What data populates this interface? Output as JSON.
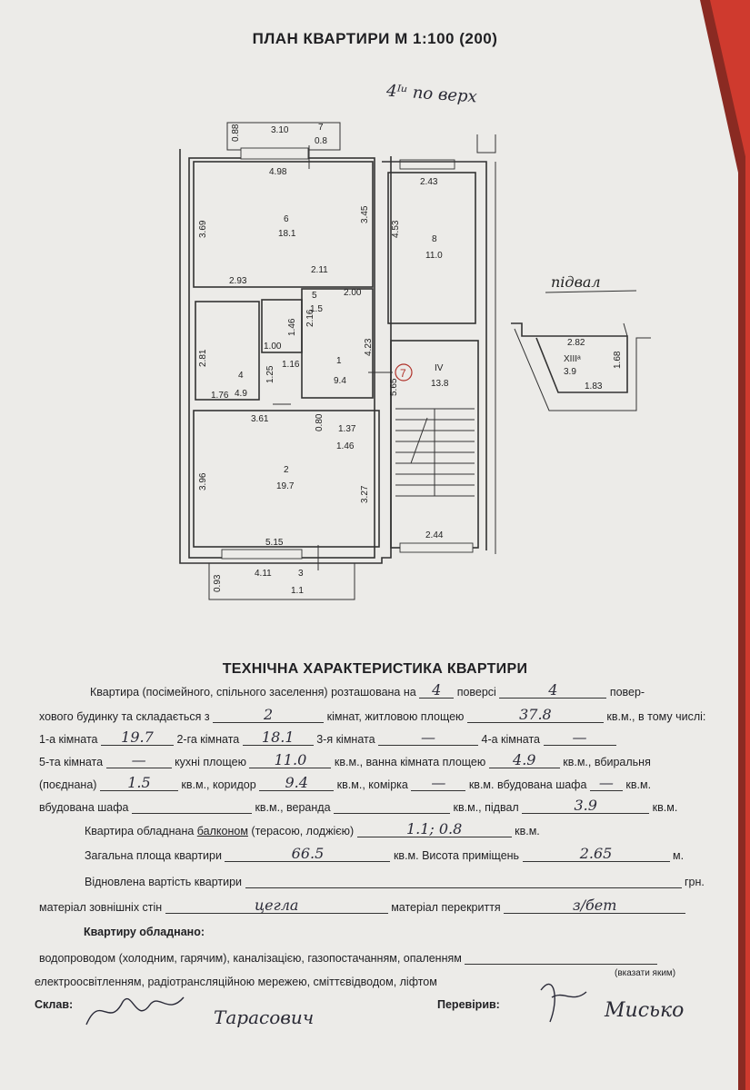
{
  "header": {
    "title": "ПЛАН КВАРТИРИ М 1:100 (200)",
    "floor_note": "4ᴵᵘ по верх"
  },
  "plan": {
    "rooms": [
      {
        "no": "1",
        "area": "9.4"
      },
      {
        "no": "2",
        "area": "19.7"
      },
      {
        "no": "3",
        "area": "1.1"
      },
      {
        "no": "4",
        "area": "4.9"
      },
      {
        "no": "5",
        "area": "1.5"
      },
      {
        "no": "6",
        "area": "18.1"
      },
      {
        "no": "7",
        "area": "0.8"
      },
      {
        "no": "8",
        "area": "11.0"
      },
      {
        "no": "IV",
        "area": "13.8"
      }
    ],
    "dims": {
      "b7_w": "3.10",
      "b7_d": "0.88",
      "r6_top": "4.98",
      "r6_left": "3.69",
      "r6_right": "3.45",
      "r6_bot": "2.93",
      "r6_bot2": "2.11",
      "r8_top": "2.43",
      "r8_left": "4.53",
      "r5_top": "2.00",
      "r5_a": "1.46",
      "r5_b": "2.16",
      "r1_right": "4.23",
      "r1_bot": "1.37",
      "r1_a": "1.16",
      "r1_b": "1.25",
      "r1_c": "0.80",
      "r4_left": "2.81",
      "r4_bot": "1.76",
      "r4_top": "1.00",
      "r2_top": "3.61",
      "r2_left": "3.96",
      "r2_right": "3.27",
      "r2_bot": "5.15",
      "r2_top2": "1.46",
      "b3_w": "4.11",
      "b3_d": "0.93",
      "stair_left": "5.65",
      "stair_bot": "2.44"
    },
    "circled_mark": "7",
    "basement_label": "підвал",
    "basement": {
      "top": "2.82",
      "no": "XIIIᵃ",
      "area": "3.9",
      "bot": "1.83",
      "side": "1.68"
    }
  },
  "tech": {
    "title": "ТЕХНІЧНА ХАРАКТЕРИСТИКА КВАРТИРИ",
    "l1_a": "Квартира (посімейного, спільного заселення) розташована на",
    "l1_floor": "4",
    "l1_b": "поверсі",
    "l1_total": "4",
    "l1_c": "повер-",
    "l2_a": "хового будинку та складається з",
    "l2_rooms": "2",
    "l2_b": "кімнат, житловою площею",
    "l2_living": "37.8",
    "l2_c": "кв.м., в тому числі:",
    "r1_label": "1-а кімната",
    "r1_val": "19.7",
    "r2_label": "2-га кімната",
    "r2_val": "18.1",
    "r3_label": "3-я кімната",
    "r3_val": "—",
    "r4_label": "4-а кімната",
    "r4_val": "—",
    "r5_label": "5-та кімната",
    "r5_val": "—",
    "kitchen_label": "кухні площею",
    "kitchen_val": "11.0",
    "bath_label": "кв.м., ванна кімната площею",
    "bath_val": "4.9",
    "toilet_label": "кв.м., вбиральня",
    "toilet2_label": "(поєднана)",
    "toilet_val": "1.5",
    "corr_label": "кв.м., коридор",
    "corr_val": "9.4",
    "store_label": "кв.м., комірка",
    "store_val": "—",
    "wardrobe_label": "кв.м. вбудована шафа",
    "wardrobe_val": "—",
    "sqm": "кв.м.",
    "wardrobe2_label": "вбудована шафа",
    "veranda_label": "кв.м., веранда",
    "basement_label": "кв.м., підвал",
    "basement_val": "3.9",
    "balcony_a": "Квартира обладнана",
    "balcony_b": "балконом",
    "balcony_c": "(терасою, лоджією)",
    "balcony_val": "1.1; 0.8",
    "total_label": "Загальна площа квартири",
    "total_val": "66.5",
    "height_label": "кв.м. Висота приміщень",
    "height_val": "2.65",
    "m": "м.",
    "cost_label": "Відновлена вартість квартири",
    "grn": "грн.",
    "walls_label": "матеріал зовнішніх стін",
    "walls_val": "цегла",
    "ceil_label": "матеріал перекриття",
    "ceil_val": "з/бет",
    "equip_title": "Квартиру обладнано:",
    "equip_1": "водопроводом (холодним, гарячим), каналізацією, газопостачанням, опаленням",
    "equip_hint": "(вказати яким)",
    "equip_2": "електроосвітленням, радіотрансляційною мережею, сміттєвідводом, ліфтом",
    "drafted_label": "Склав:",
    "drafted_name": "Тарасович",
    "checked_label": "Перевірив:",
    "checked_name": "Мисько"
  }
}
